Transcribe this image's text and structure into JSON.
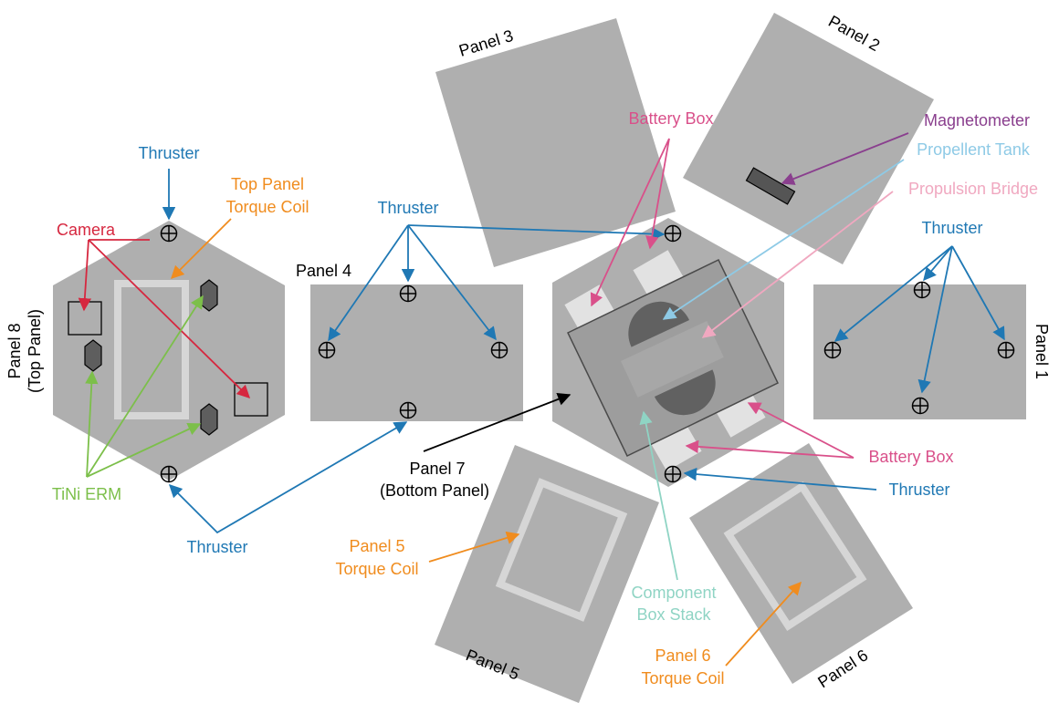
{
  "colors": {
    "panel": "#afafaf",
    "blue": "#1f78b4",
    "orange": "#f08c1e",
    "red": "#d6273f",
    "green": "#7cbf4a",
    "pink": "#d9508a",
    "purple": "#8a3f8e",
    "light_blue": "#8ecae6",
    "light_pink": "#f0a8c0",
    "teal": "#8fd4c4",
    "black": "#000000"
  },
  "panels": {
    "panel_1": "Panel 1",
    "panel_2": "Panel 2",
    "panel_3": "Panel 3",
    "panel_4": "Panel 4",
    "panel_5": "Panel 5",
    "panel_6": "Panel 6",
    "panel_7": [
      "Panel 7",
      "(Bottom Panel)"
    ],
    "panel_8": [
      "Panel 8",
      "(Top Panel)"
    ]
  },
  "labels": {
    "thruster": "Thruster",
    "top_panel_torque_coil": [
      "Top Panel",
      "Torque Coil"
    ],
    "camera": "Camera",
    "tini_erm": "TiNi ERM",
    "battery_box": "Battery Box",
    "magnetometer": "Magnetometer",
    "propellent_tank": "Propellent Tank",
    "propulsion_bridge": "Propulsion Bridge",
    "component_box_stack": [
      "Component",
      "Box Stack"
    ],
    "panel_5_torque_coil": [
      "Panel 5",
      "Torque Coil"
    ],
    "panel_6_torque_coil": [
      "Panel 6",
      "Torque Coil"
    ]
  }
}
